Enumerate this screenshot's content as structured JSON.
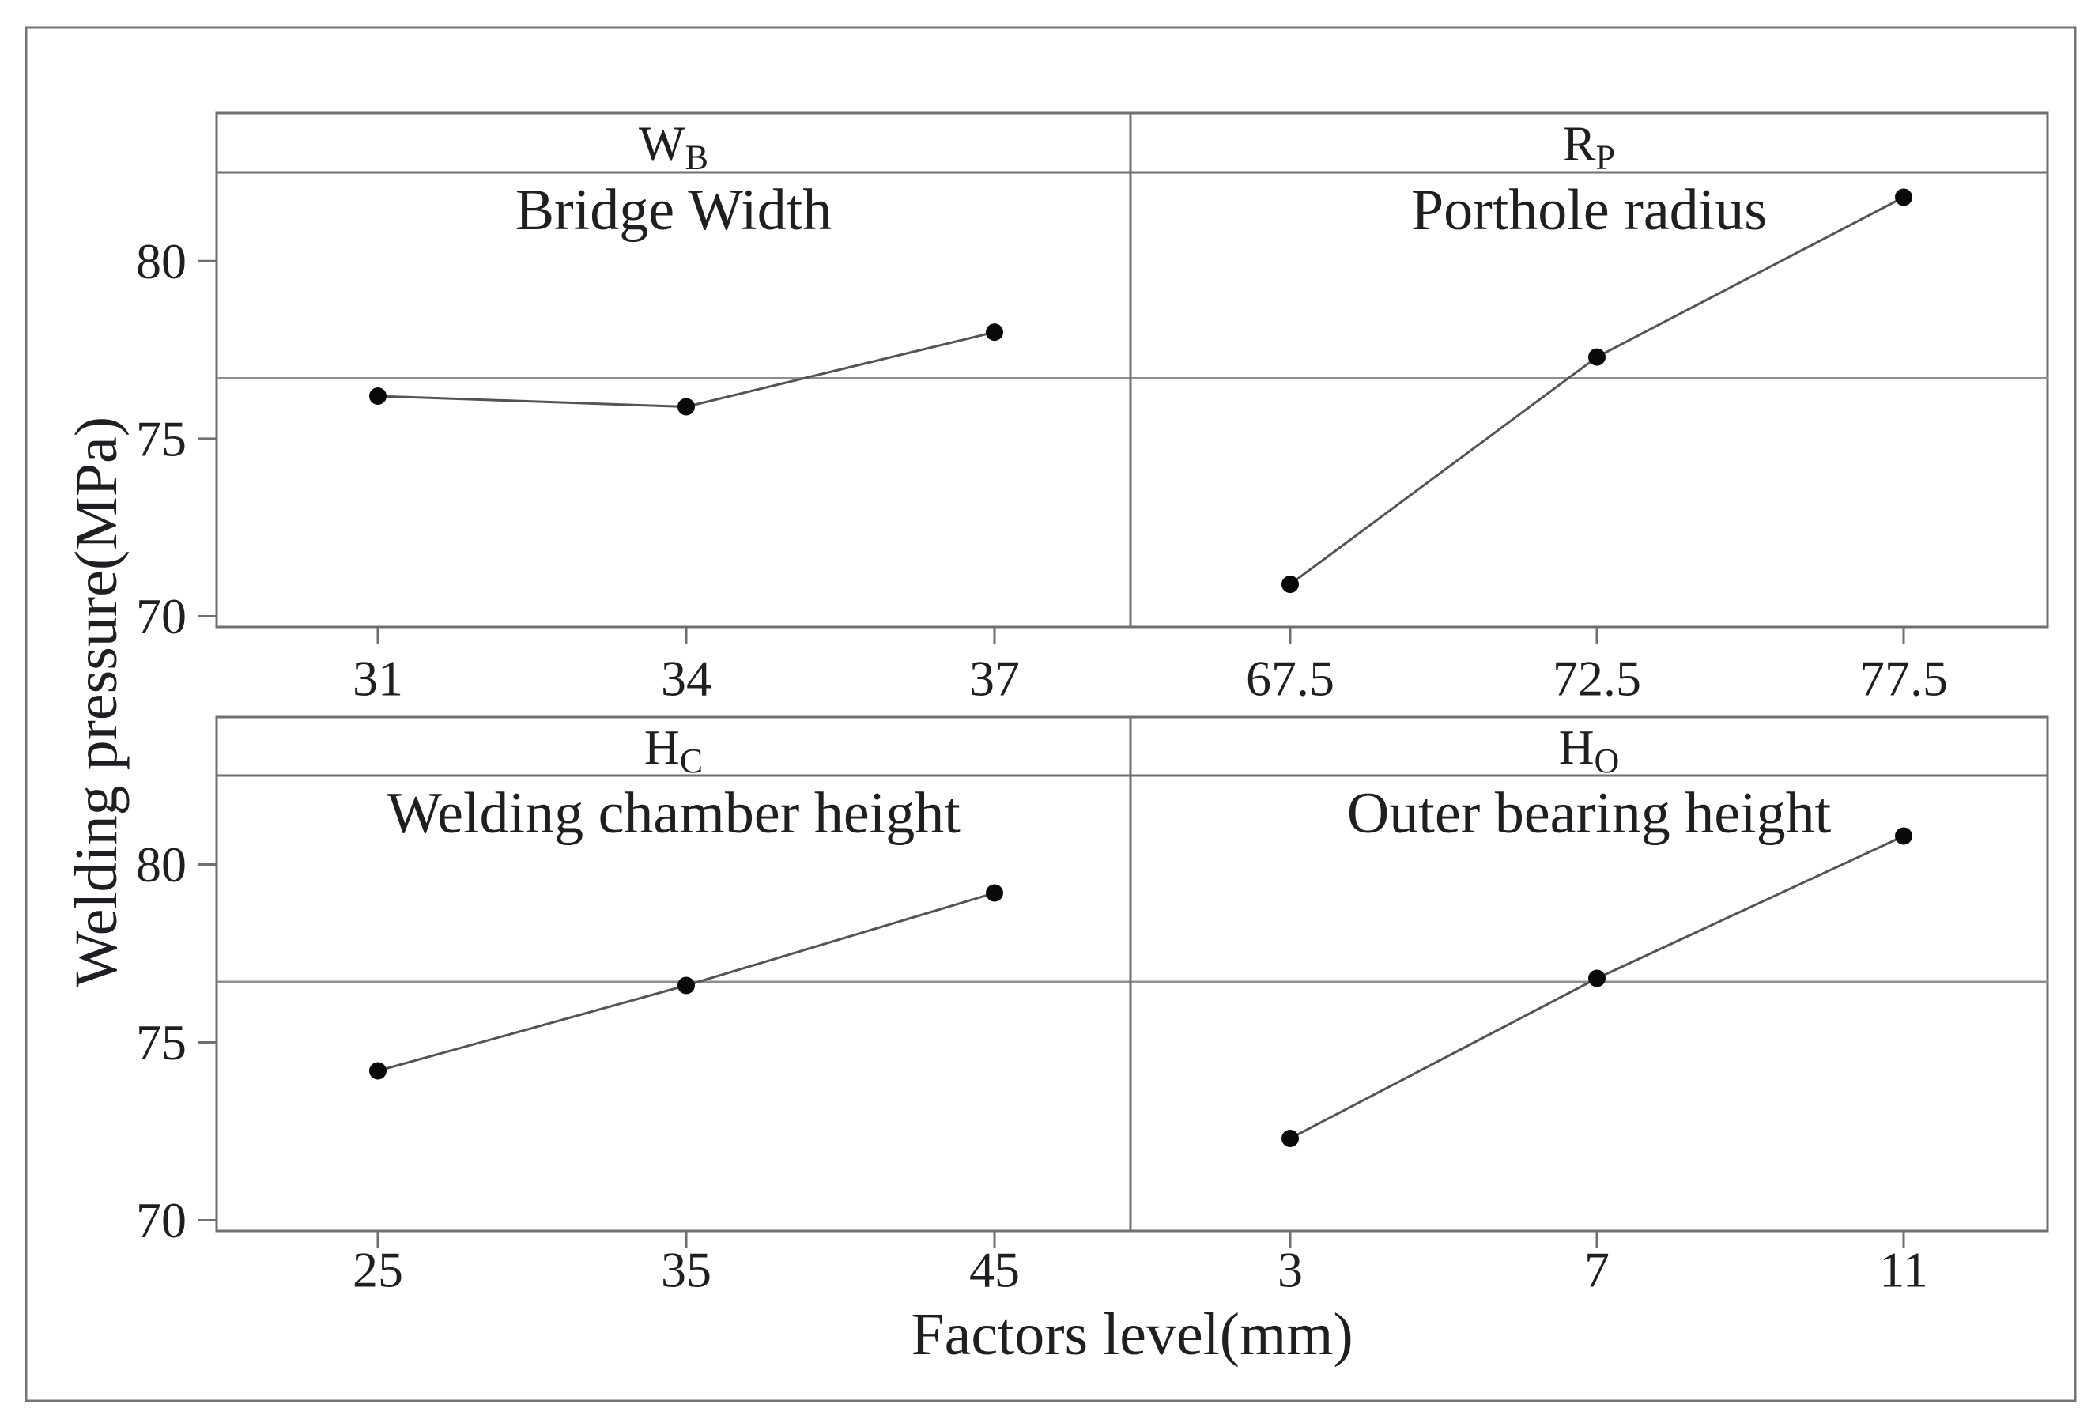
{
  "figure": {
    "colors": {
      "background": "#ffffff",
      "outer_border": "#757575",
      "frame": "#6f6f6f",
      "mean_line": "#8f8f8f",
      "data_line": "#545454",
      "point": "#0a0a0a",
      "text": "#1f1f23"
    }
  },
  "chart_data": {
    "type": "line",
    "layout": "2x2 panels, shared y axis (main effects plot)",
    "xlabel": "Factors level(mm)",
    "ylabel": "Welding pressure(MPa)",
    "y_ticks": [
      80,
      75,
      70
    ],
    "ylim": [
      69.7,
      82.5
    ],
    "mean_line": 76.7,
    "grid": false,
    "legend": false,
    "panels": [
      {
        "symbol": "W",
        "subscript": "B",
        "title": "Bridge Width",
        "row": 0,
        "col": 0,
        "x_ticks": [
          "31",
          "34",
          "37"
        ],
        "x_values": [
          31,
          34,
          37
        ],
        "values": [
          76.2,
          75.9,
          78.0
        ]
      },
      {
        "symbol": "R",
        "subscript": "P",
        "title": "Porthole radius",
        "row": 0,
        "col": 1,
        "x_ticks": [
          "67.5",
          "72.5",
          "77.5"
        ],
        "x_values": [
          67.5,
          72.5,
          77.5
        ],
        "values": [
          70.9,
          77.3,
          81.8
        ]
      },
      {
        "symbol": "H",
        "subscript": "C",
        "title": "Welding chamber height",
        "row": 1,
        "col": 0,
        "x_ticks": [
          "25",
          "35",
          "45"
        ],
        "x_values": [
          25,
          35,
          45
        ],
        "values": [
          74.2,
          76.6,
          79.2
        ]
      },
      {
        "symbol": "H",
        "subscript": "O",
        "title": "Outer bearing height",
        "row": 1,
        "col": 1,
        "x_ticks": [
          "3",
          "7",
          "11"
        ],
        "x_values": [
          3,
          7,
          11
        ],
        "values": [
          72.3,
          76.8,
          80.8
        ]
      }
    ]
  }
}
